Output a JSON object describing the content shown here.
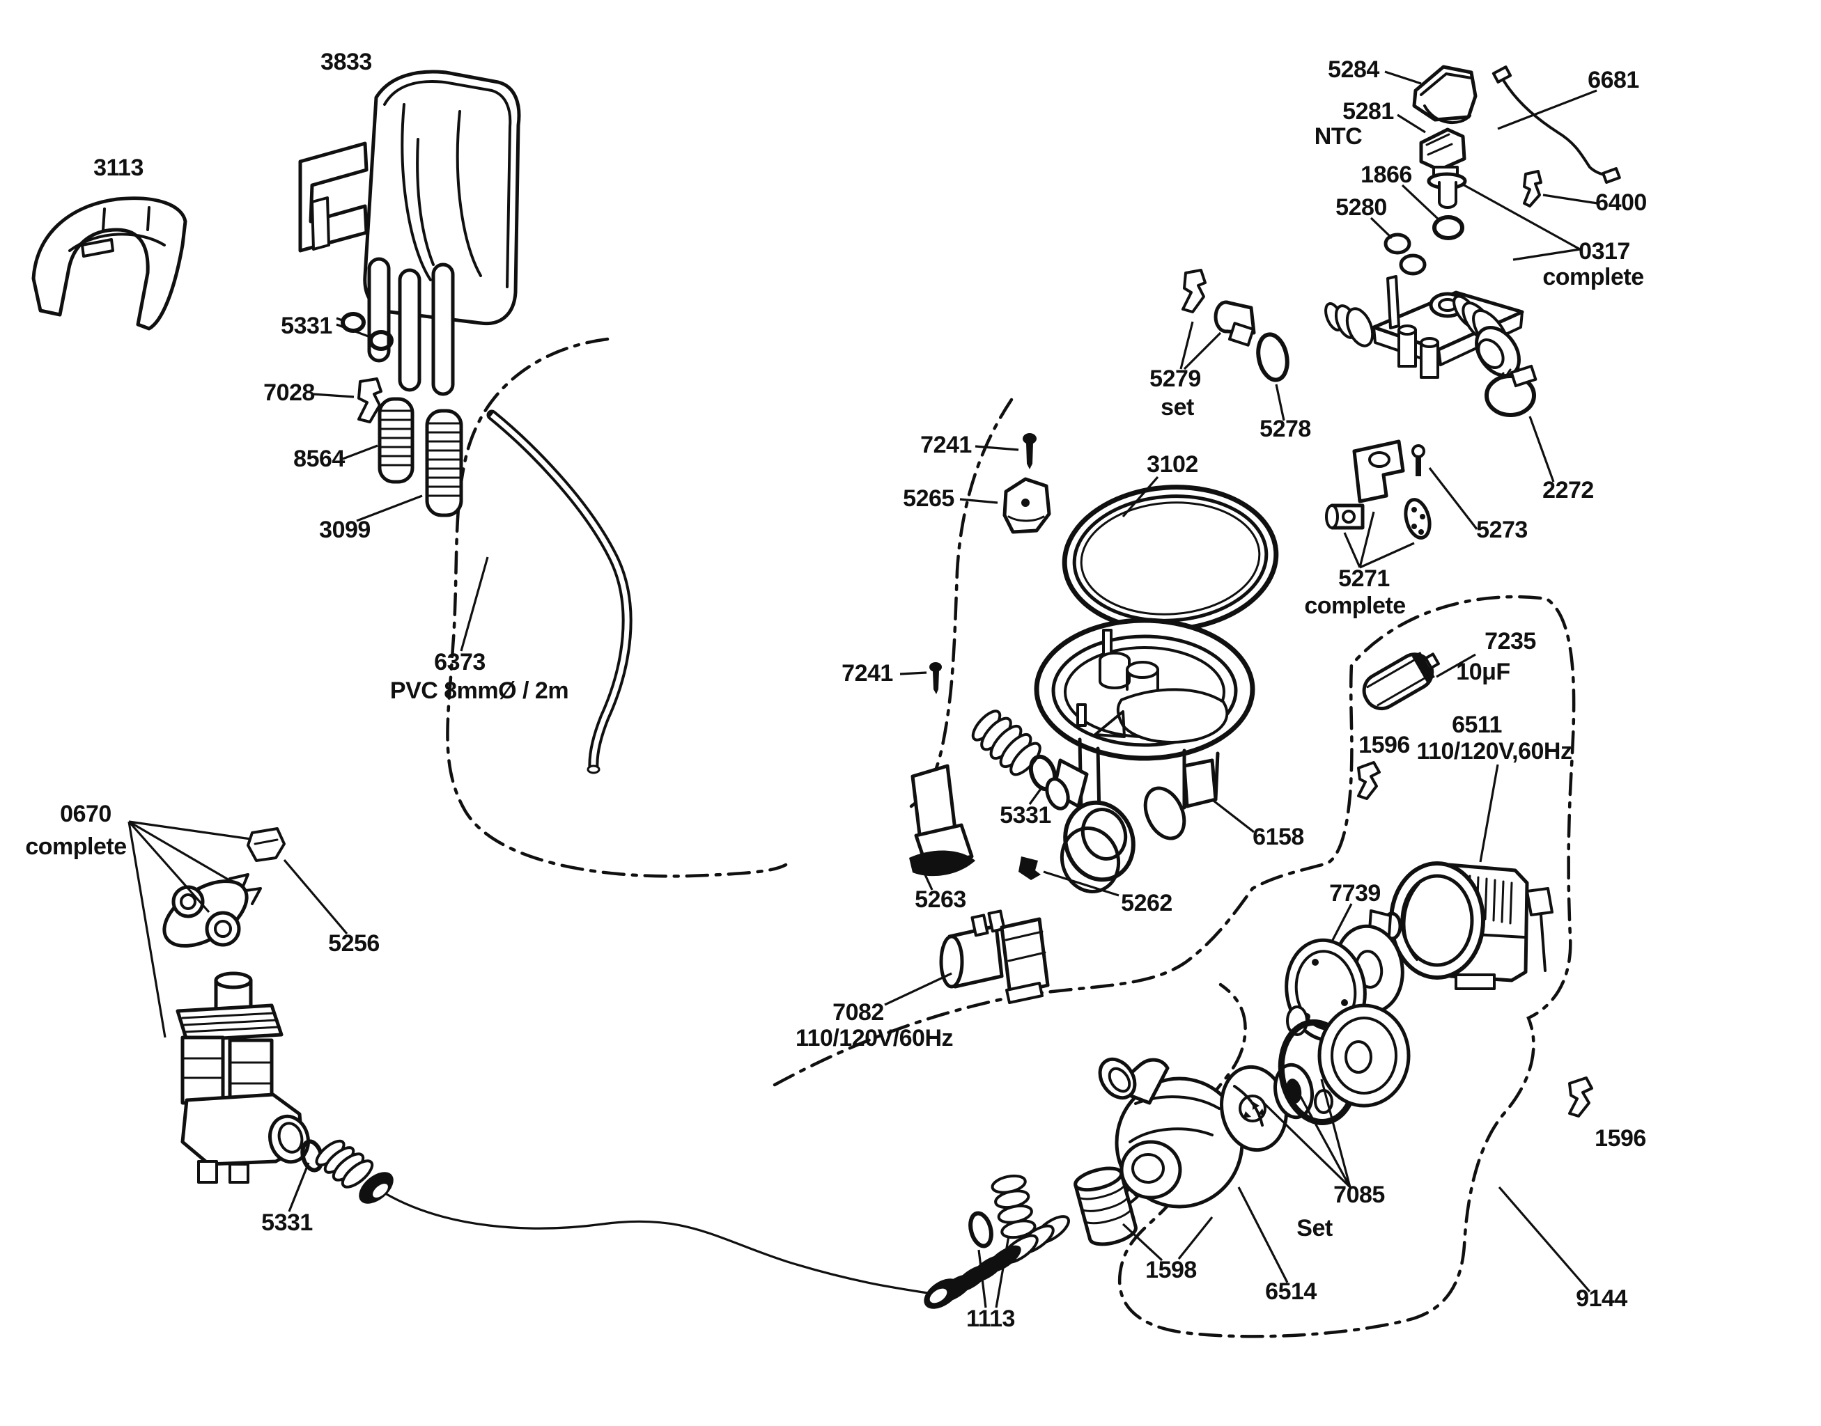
{
  "diagram_colors": {
    "background": "#ffffff",
    "line": "#101010"
  },
  "labels": [
    {
      "id": "3113",
      "text": "3113"
    },
    {
      "id": "3833",
      "text": "3833"
    },
    {
      "id": "5331-top",
      "text": "5331"
    },
    {
      "id": "7028",
      "text": "7028"
    },
    {
      "id": "8564",
      "text": "8564"
    },
    {
      "id": "3099",
      "text": "3099"
    },
    {
      "id": "6373",
      "text": "6373"
    },
    {
      "id": "6373-spec",
      "text": "PVC 8mmØ / 2m"
    },
    {
      "id": "0670",
      "text": "0670"
    },
    {
      "id": "0670-complete",
      "text": "complete"
    },
    {
      "id": "5256",
      "text": "5256"
    },
    {
      "id": "5331-bottom-left",
      "text": "5331"
    },
    {
      "id": "7241-upper",
      "text": "7241"
    },
    {
      "id": "5265",
      "text": "5265"
    },
    {
      "id": "3102",
      "text": "3102"
    },
    {
      "id": "7241-lower",
      "text": "7241"
    },
    {
      "id": "5331-middle",
      "text": "5331"
    },
    {
      "id": "5263",
      "text": "5263"
    },
    {
      "id": "5262",
      "text": "5262"
    },
    {
      "id": "7082",
      "text": "7082"
    },
    {
      "id": "7082-spec",
      "text": "110/120V/60Hz"
    },
    {
      "id": "5284",
      "text": "5284"
    },
    {
      "id": "5281",
      "text": "5281"
    },
    {
      "id": "ntc",
      "text": "NTC"
    },
    {
      "id": "1866",
      "text": "1866"
    },
    {
      "id": "5280",
      "text": "5280"
    },
    {
      "id": "6681",
      "text": "6681"
    },
    {
      "id": "6400",
      "text": "6400"
    },
    {
      "id": "0317",
      "text": "0317"
    },
    {
      "id": "0317-complete",
      "text": "complete"
    },
    {
      "id": "5279",
      "text": "5279"
    },
    {
      "id": "5279-set",
      "text": "set"
    },
    {
      "id": "5278",
      "text": "5278"
    },
    {
      "id": "2272",
      "text": "2272"
    },
    {
      "id": "5273",
      "text": "5273"
    },
    {
      "id": "5271",
      "text": "5271"
    },
    {
      "id": "5271-complete",
      "text": "complete"
    },
    {
      "id": "7235",
      "text": "7235"
    },
    {
      "id": "7235-spec",
      "text": "10μF"
    },
    {
      "id": "1596-left",
      "text": "1596"
    },
    {
      "id": "6511",
      "text": "6511"
    },
    {
      "id": "6511-spec",
      "text": "110/120V,60Hz"
    },
    {
      "id": "6158",
      "text": "6158"
    },
    {
      "id": "7739",
      "text": "7739"
    },
    {
      "id": "1596-right",
      "text": "1596"
    },
    {
      "id": "7085",
      "text": "7085"
    },
    {
      "id": "7085-set",
      "text": "Set"
    },
    {
      "id": "1598",
      "text": "1598"
    },
    {
      "id": "6514",
      "text": "6514"
    },
    {
      "id": "1113",
      "text": "1113"
    },
    {
      "id": "9144",
      "text": "9144"
    }
  ]
}
